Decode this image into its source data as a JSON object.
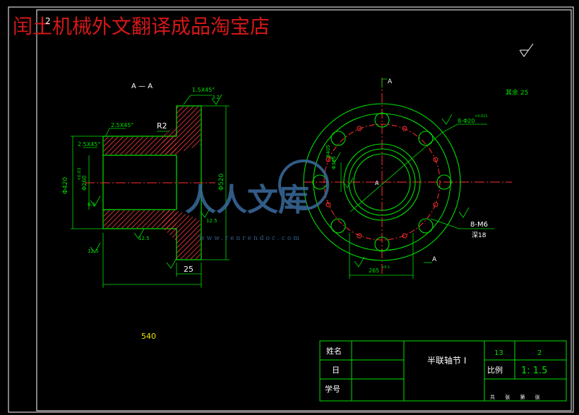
{
  "banner": {
    "text": "闰土机械外文翻译成品淘宝店",
    "color": "#d41818"
  },
  "sheet_number": "2",
  "view_label": "A — A",
  "surface_finish_note": "其余 25",
  "section_labels": [
    "A",
    "A",
    "A"
  ],
  "dimensions": {
    "chamfer_top": "1.5X45°",
    "chamfer_mid": "2.5X45°",
    "chamfer_left": "2.5X45°",
    "radius": "R2",
    "outer_dia": "Φ420",
    "outer_dia_right": "Φ520",
    "bore_dia": "Φ260",
    "bore_tol": "+0.03",
    "flange_thickness": "25",
    "overall_length": "540",
    "roughness_a": "12.5",
    "roughness_b": "12.5",
    "roughness_c": "12.5",
    "roughness_d": "3.2",
    "roughness_e": "6.3",
    "holes_top": "8-Φ20",
    "holes_top_tol": "+0.021",
    "thread_holes": "8-M6",
    "thread_depth": "深18",
    "pcd_a": "Φ365",
    "pcd_b": "Φ405",
    "bottom_dim": "265",
    "bottom_tol": "+0.1"
  },
  "title_block": {
    "name_label": "姓名",
    "class_label": "日",
    "id_label": "学号",
    "part_name": "半联轴节 I",
    "sheet_a": "13",
    "sheet_b": "2",
    "scale_label": "比例",
    "scale_value": "1: 1.5",
    "footer": "共   张   第   张"
  },
  "watermark": {
    "text": "人人文库",
    "url": "www.renrendoc.com"
  },
  "colors": {
    "line": "#00e000",
    "hatch": "#ff4040",
    "center": "#ff3030",
    "dim": "#00e000",
    "frame": "#ffffff"
  }
}
